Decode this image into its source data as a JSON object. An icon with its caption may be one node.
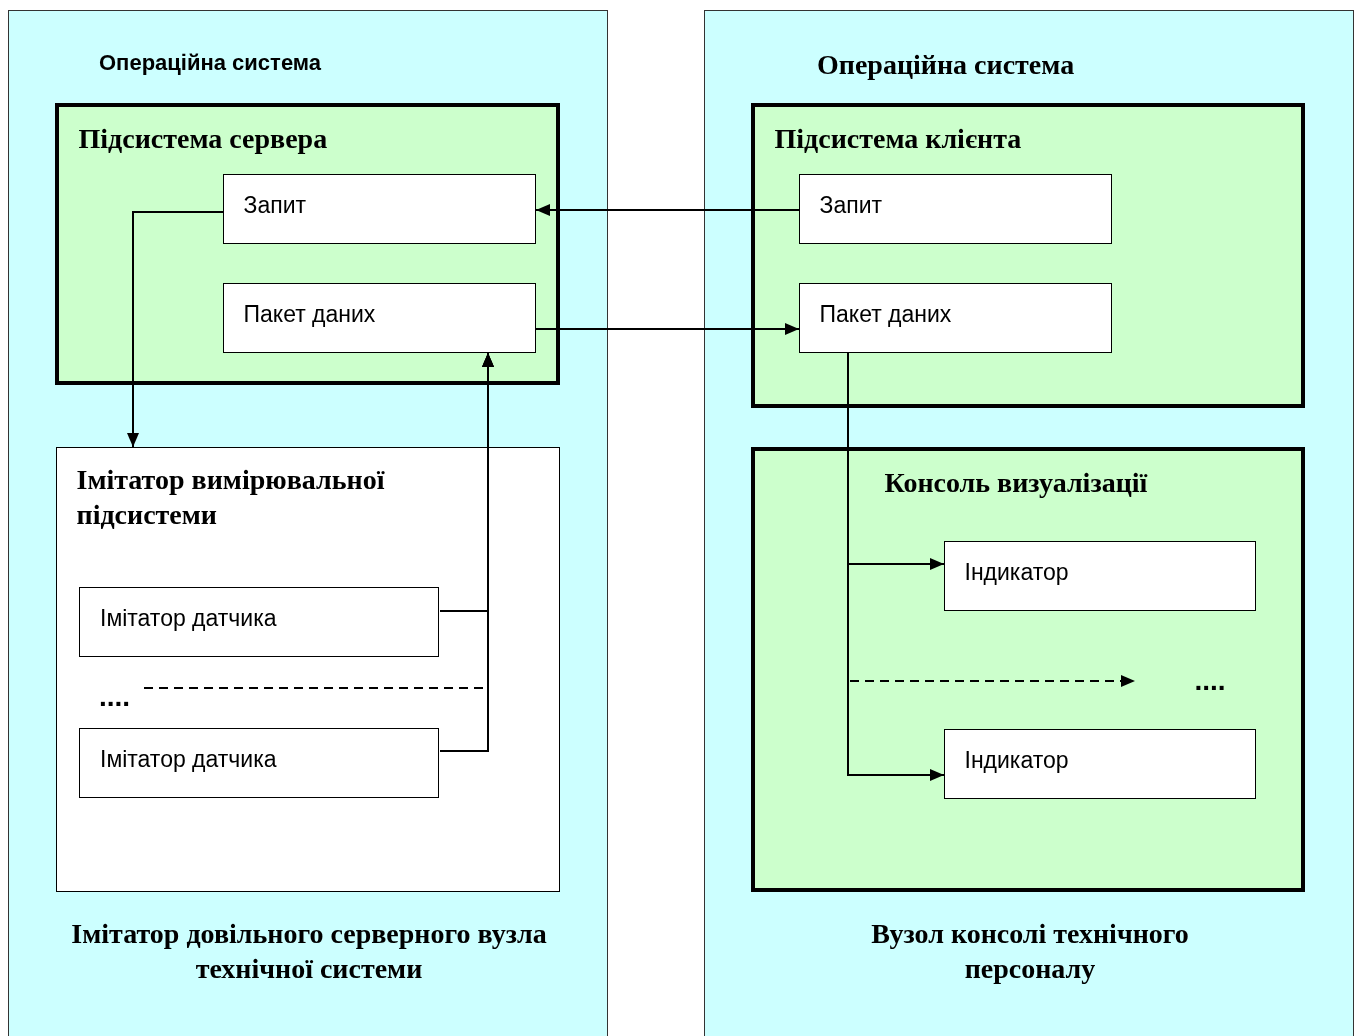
{
  "diagram": {
    "nodes": [
      {
        "text": [
          "Операційна система",
          "Імітатор довільного серверного вузла технічної системи"
        ]
      },
      {
        "text": [
          "Підсистема сервера"
        ],
        "in": 0
      },
      {
        "text": [
          "Запит"
        ],
        "in": 1
      },
      {
        "text": [
          "Пакет даних"
        ],
        "in": 1
      },
      {
        "text": [
          "Імітатор вимірювальної підсистеми"
        ],
        "in": 0
      },
      {
        "text": [
          "Імітатор датчика"
        ],
        "in": 4
      },
      {
        "text": [
          "...."
        ],
        "in": 4
      },
      {
        "text": [
          "Імітатор датчика"
        ],
        "in": 4
      },
      {
        "text": [
          "Операційна система",
          "Вузол консолі технічного персоналу"
        ]
      },
      {
        "text": [
          "Підсистема клієнта"
        ],
        "in": 8
      },
      {
        "text": [
          "Запит"
        ],
        "in": 9
      },
      {
        "text": [
          "Пакет даних"
        ],
        "in": 9
      },
      {
        "text": [
          "Консоль визуалізації"
        ],
        "in": 8
      },
      {
        "text": [
          "Індикатор"
        ],
        "in": 12
      },
      {
        "text": [
          "...."
        ],
        "in": 12
      },
      {
        "text": [
          "Індикатор"
        ],
        "in": 12
      }
    ],
    "edges": [
      {
        "from": 10,
        "to": 2,
        "arrow": "to"
      },
      {
        "from": 2,
        "to": 4,
        "arrow": "to"
      },
      {
        "from": 3,
        "to": 11,
        "arrow": "to"
      },
      {
        "from": 5,
        "to": 3,
        "arrow": "to"
      },
      {
        "from": 6,
        "to": 3,
        "arrow": "to",
        "style": "dashed"
      },
      {
        "from": 7,
        "to": 3,
        "arrow": "to"
      },
      {
        "from": 11,
        "to": 13,
        "arrow": "to"
      },
      {
        "from": 11,
        "to": 14,
        "arrow": "to",
        "style": "dashed"
      },
      {
        "from": 11,
        "to": 15,
        "arrow": "to"
      }
    ]
  }
}
